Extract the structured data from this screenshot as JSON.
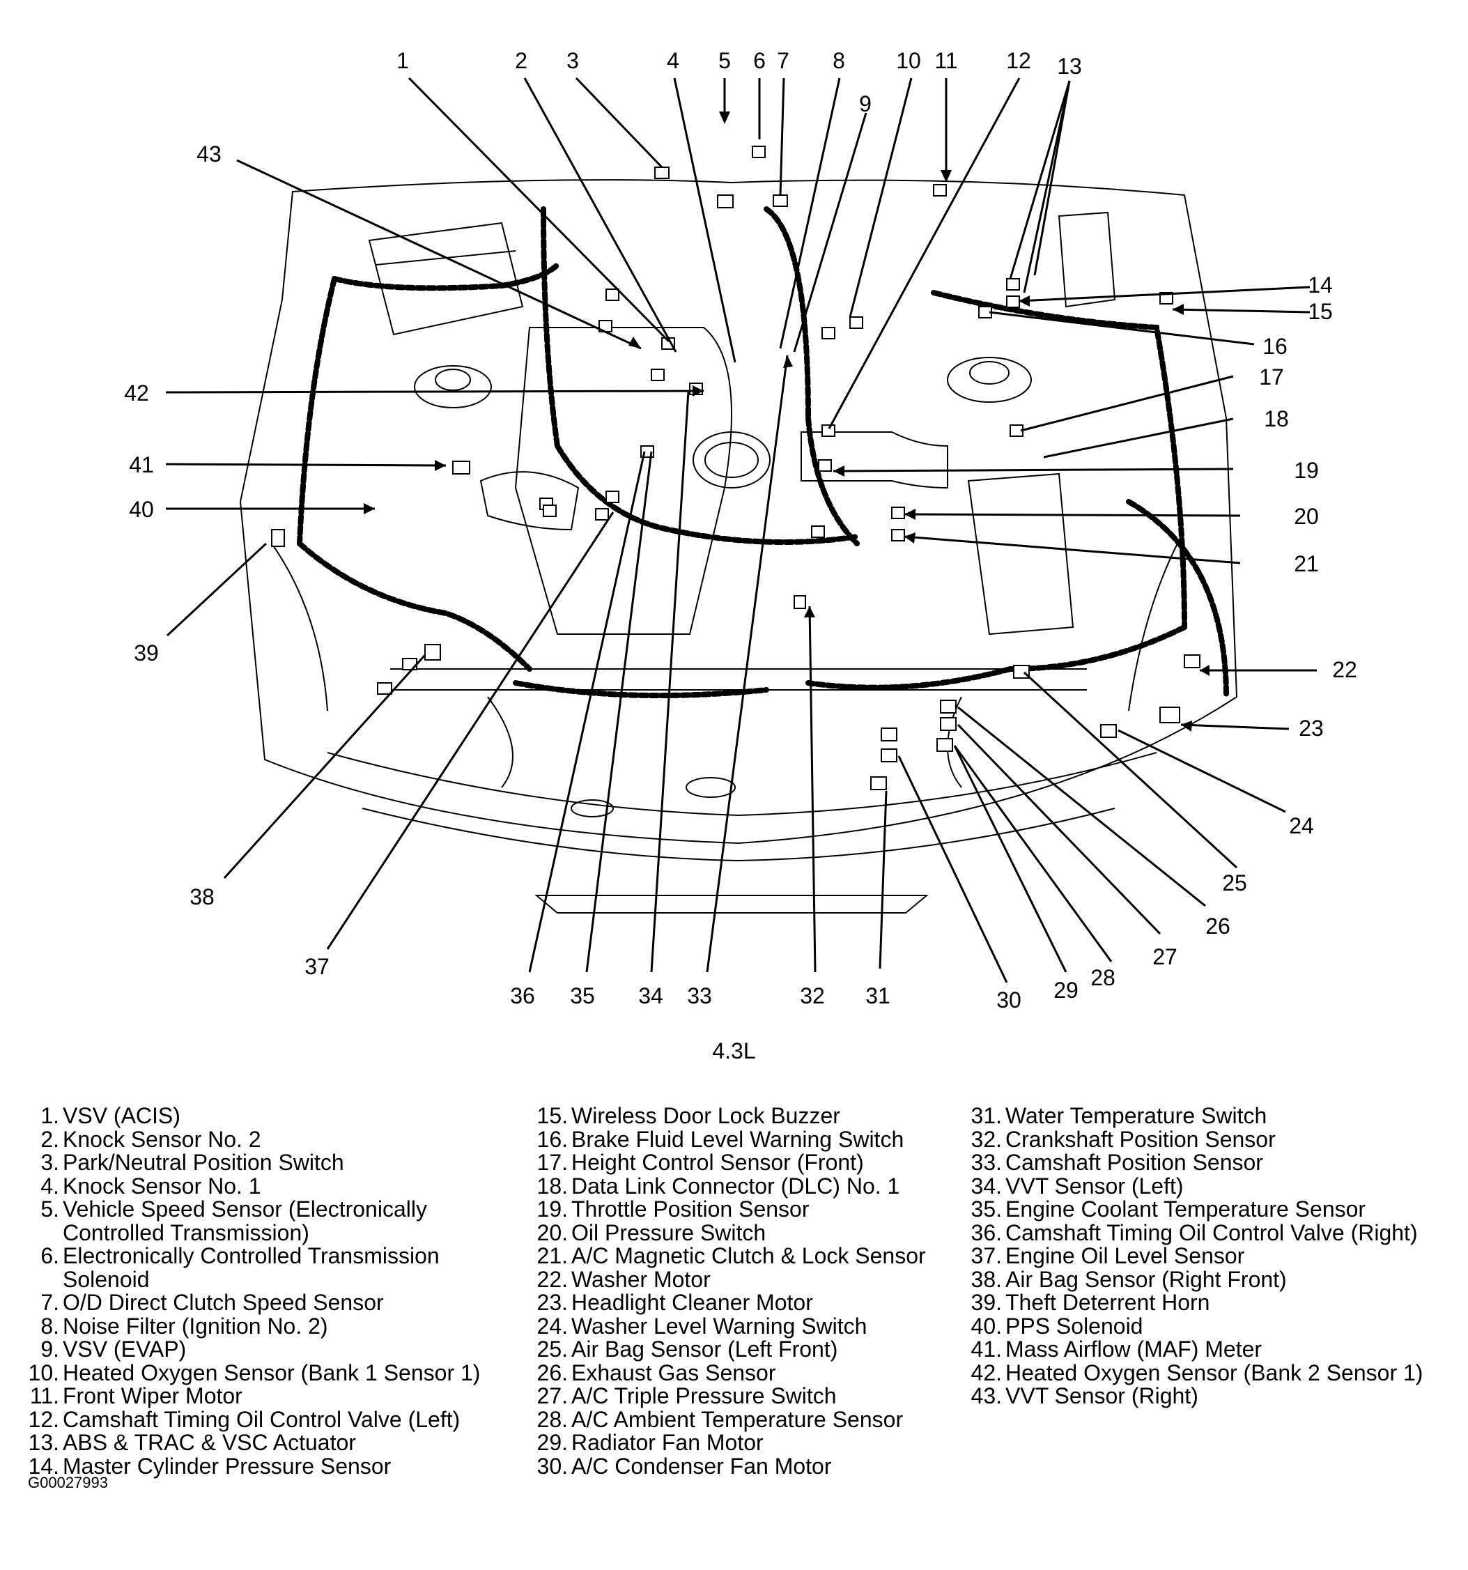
{
  "diagram": {
    "caption": "4.3L",
    "figure_code": "G00027993",
    "callouts": [
      "1",
      "2",
      "3",
      "4",
      "5",
      "6",
      "7",
      "8",
      "9",
      "10",
      "11",
      "12",
      "13",
      "14",
      "15",
      "16",
      "17",
      "18",
      "19",
      "20",
      "21",
      "22",
      "23",
      "24",
      "25",
      "26",
      "27",
      "28",
      "29",
      "30",
      "31",
      "32",
      "33",
      "34",
      "35",
      "36",
      "37",
      "38",
      "39",
      "40",
      "41",
      "42",
      "43"
    ]
  },
  "legend": {
    "columns": [
      [
        {
          "num": "1.",
          "label": "VSV (ACIS)"
        },
        {
          "num": "2.",
          "label": "Knock Sensor No. 2"
        },
        {
          "num": "3.",
          "label": "Park/Neutral Position Switch"
        },
        {
          "num": "4.",
          "label": "Knock Sensor No. 1"
        },
        {
          "num": "5.",
          "label": "Vehicle Speed Sensor (Electronically\nControlled Transmission)"
        },
        {
          "num": "6.",
          "label": "Electronically Controlled Transmission\nSolenoid"
        },
        {
          "num": "7.",
          "label": "O/D Direct Clutch Speed Sensor"
        },
        {
          "num": "8.",
          "label": "Noise Filter (Ignition No. 2)"
        },
        {
          "num": "9.",
          "label": "VSV (EVAP)"
        },
        {
          "num": "10.",
          "label": "Heated Oxygen Sensor (Bank 1 Sensor 1)"
        },
        {
          "num": "11.",
          "label": "Front Wiper Motor"
        },
        {
          "num": "12.",
          "label": "Camshaft Timing Oil Control Valve (Left)"
        },
        {
          "num": "13.",
          "label": "ABS & TRAC & VSC Actuator"
        },
        {
          "num": "14.",
          "label": "Master Cylinder Pressure Sensor"
        }
      ],
      [
        {
          "num": "15.",
          "label": "Wireless Door Lock Buzzer"
        },
        {
          "num": "16.",
          "label": "Brake Fluid Level Warning Switch"
        },
        {
          "num": "17.",
          "label": "Height Control Sensor (Front)"
        },
        {
          "num": "18.",
          "label": "Data Link Connector (DLC) No. 1"
        },
        {
          "num": "19.",
          "label": "Throttle Position Sensor"
        },
        {
          "num": "20.",
          "label": "Oil Pressure Switch"
        },
        {
          "num": "21.",
          "label": "A/C Magnetic Clutch & Lock Sensor"
        },
        {
          "num": "22.",
          "label": "Washer Motor"
        },
        {
          "num": "23.",
          "label": "Headlight Cleaner Motor"
        },
        {
          "num": "24.",
          "label": "Washer Level Warning Switch"
        },
        {
          "num": "25.",
          "label": "Air Bag Sensor (Left Front)"
        },
        {
          "num": "26.",
          "label": "Exhaust Gas Sensor"
        },
        {
          "num": "27.",
          "label": "A/C Triple Pressure Switch"
        },
        {
          "num": "28.",
          "label": "A/C Ambient Temperature Sensor"
        },
        {
          "num": "29.",
          "label": "Radiator Fan Motor"
        },
        {
          "num": "30.",
          "label": "A/C Condenser Fan Motor"
        }
      ],
      [
        {
          "num": "31.",
          "label": "Water Temperature Switch"
        },
        {
          "num": "32.",
          "label": "Crankshaft Position Sensor"
        },
        {
          "num": "33.",
          "label": "Camshaft Position Sensor"
        },
        {
          "num": "34.",
          "label": "VVT Sensor (Left)"
        },
        {
          "num": "35.",
          "label": "Engine Coolant Temperature Sensor"
        },
        {
          "num": "36.",
          "label": "Camshaft Timing Oil Control Valve (Right)"
        },
        {
          "num": "37.",
          "label": "Engine Oil Level Sensor"
        },
        {
          "num": "38.",
          "label": "Air Bag Sensor (Right Front)"
        },
        {
          "num": "39.",
          "label": "Theft Deterrent Horn"
        },
        {
          "num": "40.",
          "label": "PPS Solenoid"
        },
        {
          "num": "41.",
          "label": "Mass Airflow (MAF) Meter"
        },
        {
          "num": "42.",
          "label": "Heated Oxygen Sensor (Bank 2 Sensor 1)"
        },
        {
          "num": "43.",
          "label": "VVT Sensor (Right)"
        }
      ]
    ]
  }
}
